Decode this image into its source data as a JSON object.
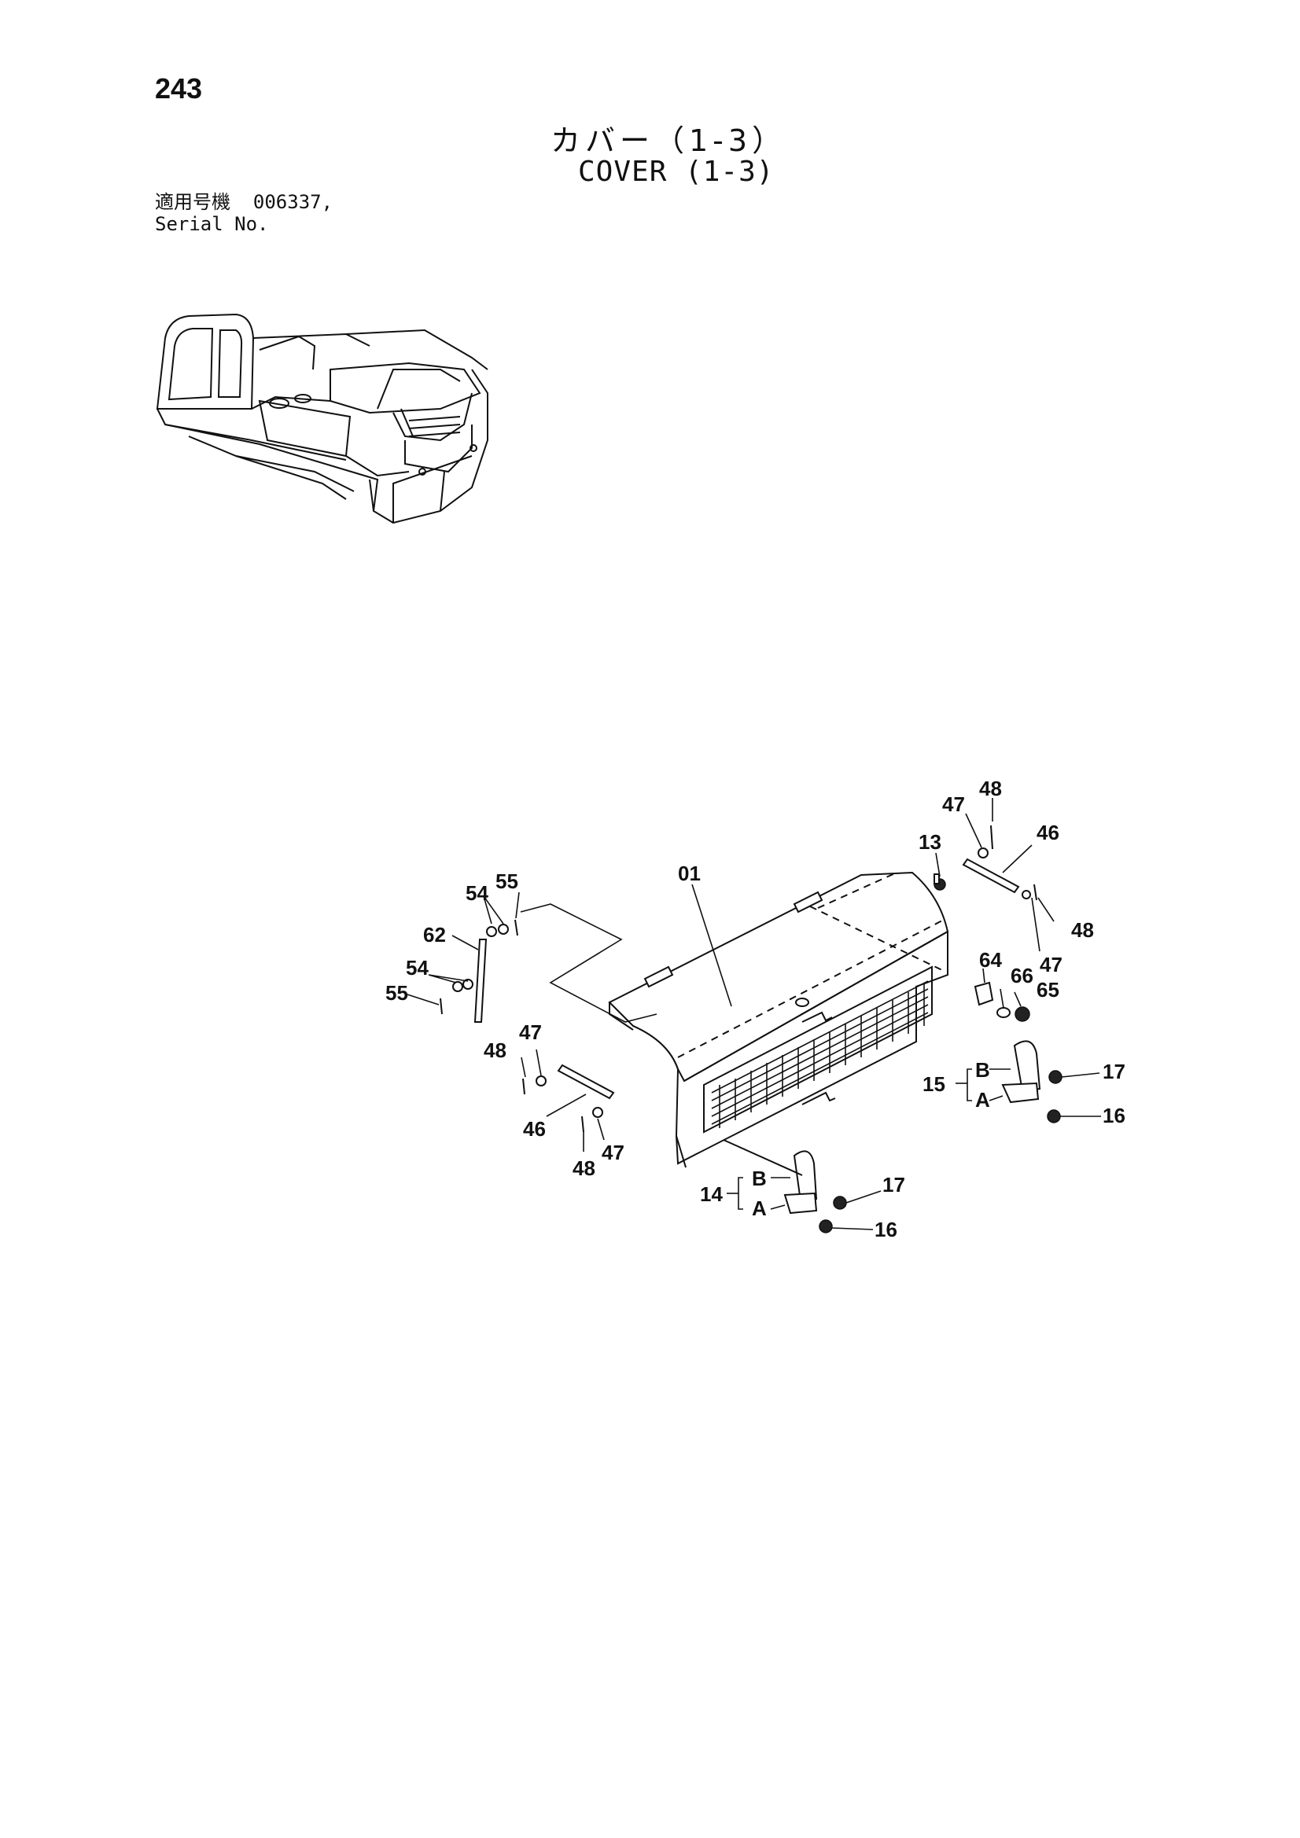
{
  "header": {
    "page_number": "243",
    "title_jp": "カバー（1-3）",
    "title_en": "COVER (1-3)",
    "serial_label_jp": "適用号機",
    "serial_value": "006337,",
    "serial_label_en": "Serial No."
  },
  "callouts": {
    "c01": "01",
    "c13": "13",
    "c47_top": "47",
    "c48_top": "48",
    "c46_top": "46",
    "c48_right": "48",
    "c47_right": "47",
    "c54_a": "54",
    "c55_a": "55",
    "c62": "62",
    "c54_b": "54",
    "c55_b": "55",
    "c64": "64",
    "c66": "66",
    "c65": "65",
    "c47_left": "47",
    "c48_left": "48",
    "c46_left": "46",
    "c48_bottom": "48",
    "c47_bottom": "47",
    "c15": "15",
    "c15_b": "B",
    "c15_a": "A",
    "c17_right": "17",
    "c16_right": "16",
    "c14": "14",
    "c14_b": "B",
    "c14_a": "A",
    "c17_bottom": "17",
    "c16_bottom": "16"
  }
}
